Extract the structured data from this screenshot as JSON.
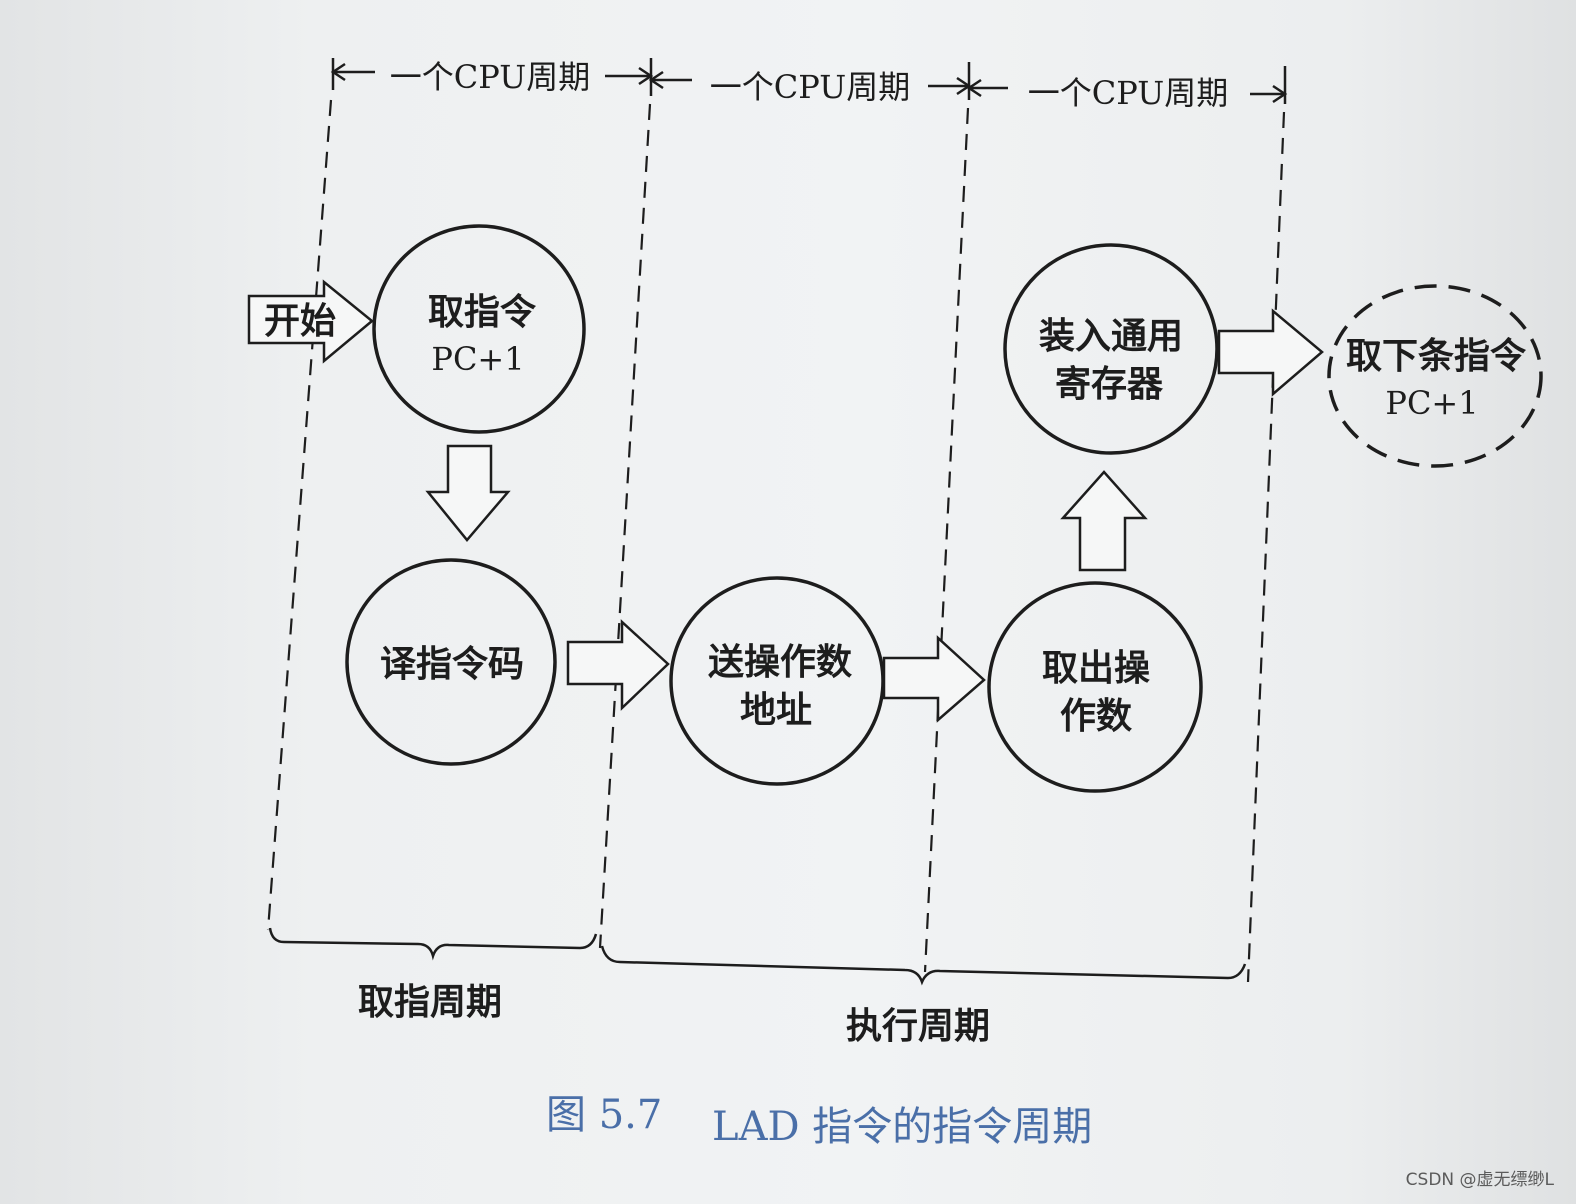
{
  "start_label": "开始",
  "period_label": "一个CPU周期",
  "nodes": {
    "fetch": {
      "line1": "取指令",
      "line2": "PC+1"
    },
    "decode": {
      "line1": "译指令码"
    },
    "send_addr": {
      "line1": "送操作数",
      "line2": "地址"
    },
    "fetch_operand": {
      "line1": "取出操",
      "line2": "作数"
    },
    "load_reg": {
      "line1": "装入通用",
      "line2": "寄存器"
    },
    "next": {
      "line1": "取下条指令",
      "line2": "PC+1"
    }
  },
  "phases": {
    "fetch_cycle": "取指周期",
    "execute_cycle": "执行周期"
  },
  "caption": {
    "number": "图 5.7",
    "title": "LAD 指令的指令周期"
  },
  "watermark": "CSDN @虚无缥缈L",
  "colors": {
    "ink": "#1d1d1d",
    "caption": "#4a6fa8",
    "paper": "#eef0f1"
  }
}
